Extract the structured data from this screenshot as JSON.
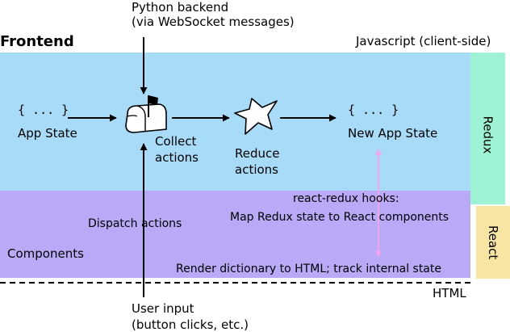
{
  "frontend_title": "Frontend",
  "client_side_label": "Javascript (client-side)",
  "backend": {
    "line1": "Python backend",
    "line2": "(via WebSocket messages)"
  },
  "state_flow": {
    "app_state_braces": "{ ... }",
    "app_state_label": "App State",
    "collect_line1": "Collect",
    "collect_line2": "actions",
    "reduce_line1": "Reduce",
    "reduce_line2": "actions",
    "new_state_braces": "{ ... }",
    "new_state_label": "New App State"
  },
  "side_labels": {
    "redux": "Redux",
    "react": "React"
  },
  "components": {
    "label": "Components",
    "dispatch_label": "Dispatch actions",
    "hooks_line1": "react-redux hooks:",
    "hooks_line2": "Map Redux state to React components",
    "render_label": "Render dictionary to HTML; track internal state"
  },
  "html_label": "HTML",
  "user_input": {
    "line1": "User input",
    "line2": "(button clicks, etc.)"
  },
  "icons": [
    "mailbox-icon",
    "star-burst-icon"
  ],
  "colors": {
    "frontend_band": "#a8dbf7",
    "components_band": "#b9a9f7",
    "redux_band": "#9ef3d4",
    "react_band": "#f8e4a3",
    "hooks_arrow": "#f0a6e8"
  }
}
